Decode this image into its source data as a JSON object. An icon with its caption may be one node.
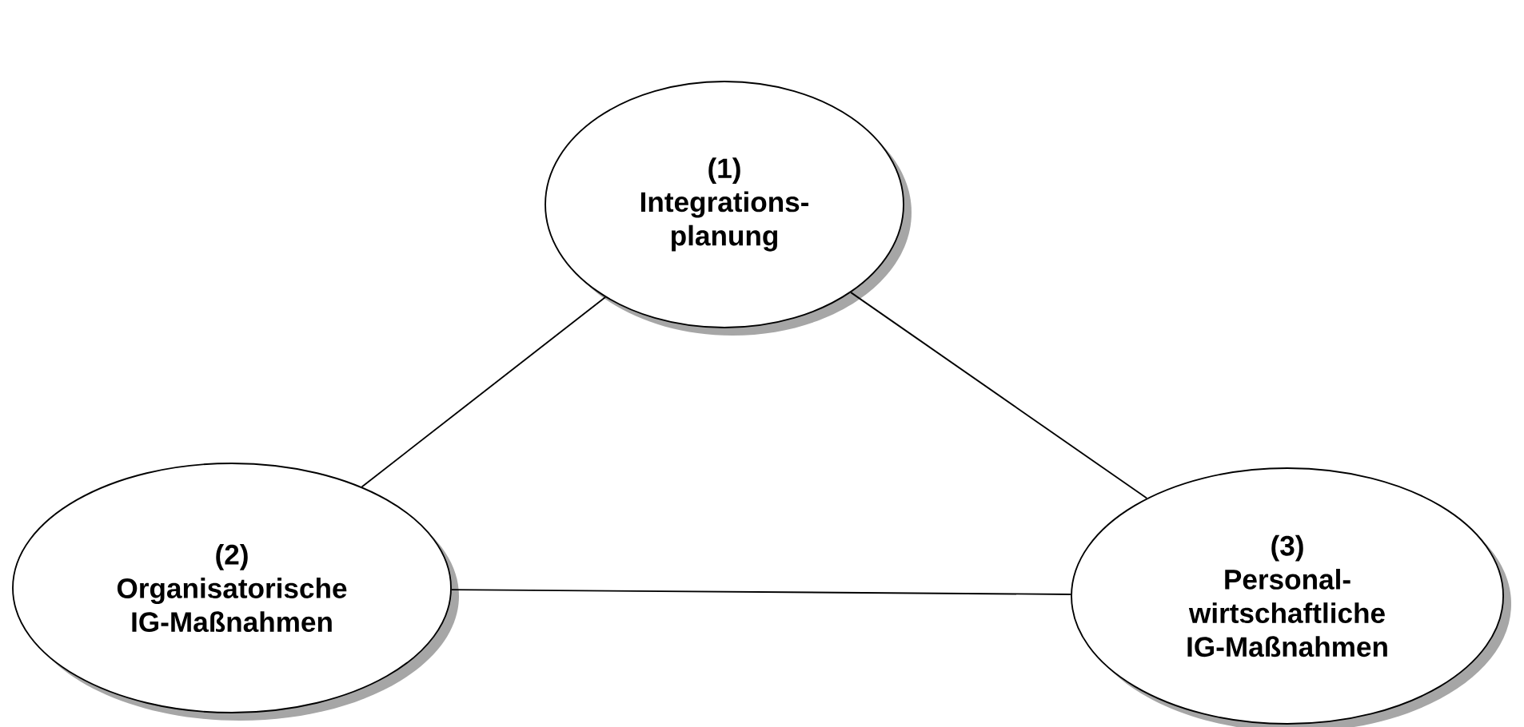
{
  "diagram": {
    "nodes": [
      {
        "text": [
          "(1)",
          "Integrations- planung"
        ]
      },
      {
        "text": [
          "(2)",
          "Organisatorische IG-Maßnahmen"
        ]
      },
      {
        "text": [
          "(3)",
          "Personal- wirtschaftliche IG-Maßnahmen"
        ]
      }
    ],
    "edges": [
      {
        "from": 0,
        "to": 1,
        "arrow": "none"
      },
      {
        "from": 1,
        "to": 2,
        "arrow": "none"
      },
      {
        "from": 0,
        "to": 2,
        "arrow": "none"
      }
    ]
  }
}
